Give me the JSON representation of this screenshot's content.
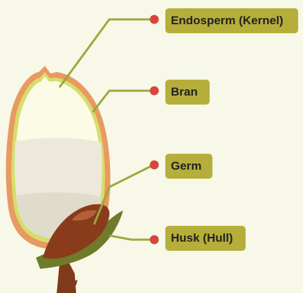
{
  "labels": {
    "endosperm": "Endosperm (Kernel)",
    "bran": "Bran",
    "germ": "Germ",
    "husk": "Husk (Hull)"
  },
  "colors": {
    "background": "#f7f8e8",
    "label_fill": "#b5ae3a",
    "connector": "#9aa83a",
    "endpoint_dot": "#d6473b",
    "bran_outer": "#e89a62",
    "bran_inner": "#d7dd6a",
    "endosperm": "#fbfbe6",
    "endosperm_shade": "#e8e6d8",
    "germ": "#8a3b1c",
    "husk": "#6f7a2a",
    "stem": "#7e3a1a"
  }
}
